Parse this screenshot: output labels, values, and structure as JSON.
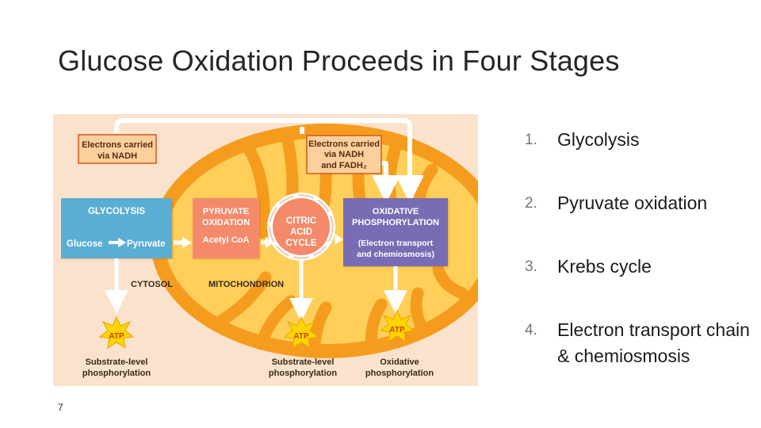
{
  "slide": {
    "title": "Glucose Oxidation Proceeds in Four Stages",
    "page_number": "7"
  },
  "stages": [
    {
      "num": "1.",
      "text": "Glycolysis"
    },
    {
      "num": "2.",
      "text": "Pyruvate oxidation"
    },
    {
      "num": "3.",
      "text": "Krebs cycle"
    },
    {
      "num": "4.",
      "text": "Electron transport chain & chemiosmosis"
    }
  ],
  "diagram": {
    "electrons_left": [
      "Electrons carried",
      "via NADH"
    ],
    "electrons_right": [
      "Electrons carried",
      "via NADH",
      "and FADH₂"
    ],
    "glycolysis_title": "GLYCOLYSIS",
    "glucose": "Glucose",
    "pyruvate": "Pyruvate",
    "pyruvate_oxidation": [
      "PYRUVATE",
      "OXIDATION"
    ],
    "acetyl_coa": "Acetyl CoA",
    "citric_acid_cycle": [
      "CITRIC",
      "ACID",
      "CYCLE"
    ],
    "oxidative_phosphorylation": [
      "OXIDATIVE",
      "PHOSPHORYLATION"
    ],
    "electron_transport_note": [
      "(Electron transport",
      "and chemiosmosis)"
    ],
    "cytosol": "CYTOSOL",
    "mitochondrion": "MITOCHONDRION",
    "atp_label": "ATP",
    "captions": {
      "left": [
        "Substrate-level",
        "phosphorylation"
      ],
      "middle": [
        "Substrate-level",
        "phosphorylation"
      ],
      "right": [
        "Oxidative",
        "phosphorylation"
      ]
    },
    "colors": {
      "background": "#fbe2cc",
      "mito_outer": "#f6a623",
      "mito_inner": "#ffd060",
      "glycolysis_box": "#5aaed6",
      "pyruvate_box": "#f48a6a",
      "oxphos_box": "#7a6cb4",
      "callout_box": "#fbd09c",
      "callout_border": "#d3581c",
      "atp_star": "#ffd400",
      "arrow": "#ffffff"
    }
  }
}
